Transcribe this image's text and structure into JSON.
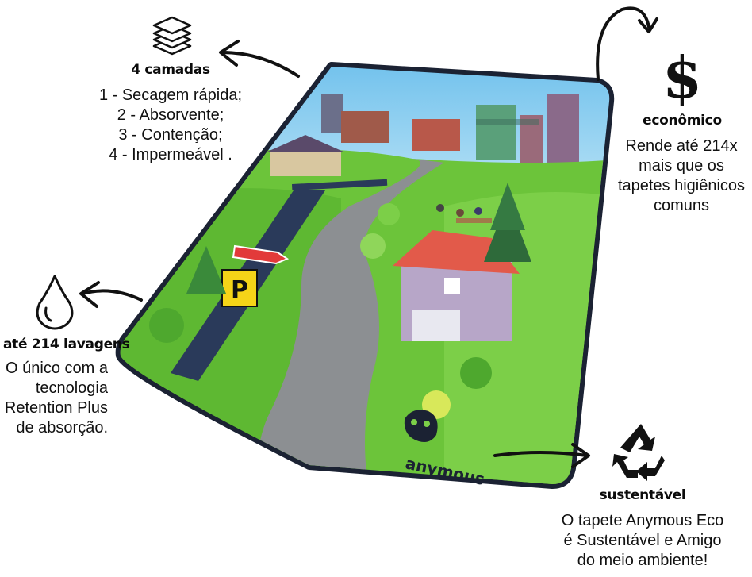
{
  "layers": {
    "icon": "stacked-layers-icon",
    "title": "4 camadas",
    "items": [
      "1 - Secagem rápida;",
      "2 - Absorvente;",
      "3 - Contenção;",
      "4 - Impermeável ."
    ]
  },
  "washes": {
    "icon": "water-drop-icon",
    "title": "até 214 lavagens",
    "lines": [
      "O único com a",
      "tecnologia",
      "Retention Plus",
      "de absorção."
    ]
  },
  "economy": {
    "icon": "dollar-icon",
    "symbol": "$",
    "title": "econômico",
    "lines": [
      "Rende até 214x",
      "mais que os",
      "tapetes higiênicos",
      "comuns"
    ]
  },
  "sustainable": {
    "icon": "recycle-icon",
    "title": "sustentável",
    "lines": [
      "O tapete Anymous Eco",
      "é Sustentável e Amigo",
      "do meio ambiente!"
    ]
  },
  "product": {
    "brand": "anymous",
    "parking_sign": "P"
  },
  "colors": {
    "sky": "#7ec8ee",
    "grass": "#6cc43a",
    "road": "#8c8f92",
    "border": "#1b2233",
    "text": "#111111"
  }
}
